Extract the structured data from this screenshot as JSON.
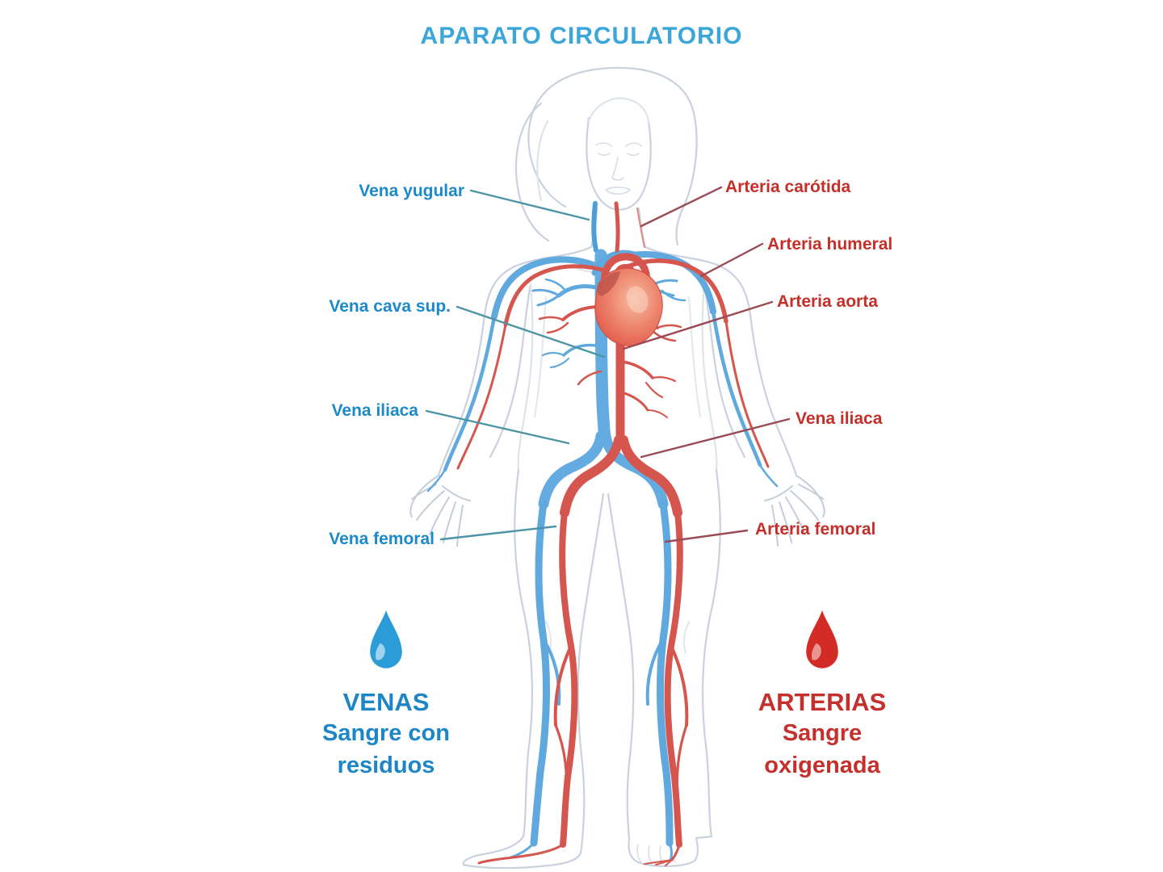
{
  "title": {
    "text": "APARATO CIRCULATORIO"
  },
  "labels": {
    "left": [
      {
        "id": "vena-yugular",
        "text": "Vena yugular"
      },
      {
        "id": "vena-cava-sup",
        "text": "Vena cava sup."
      },
      {
        "id": "vena-iliaca",
        "text": "Vena iliaca"
      },
      {
        "id": "vena-femoral",
        "text": "Vena femoral"
      }
    ],
    "right": [
      {
        "id": "arteria-carotida",
        "text": "Arteria carótida"
      },
      {
        "id": "arteria-humeral",
        "text": "Arteria humeral"
      },
      {
        "id": "arteria-aorta",
        "text": "Arteria aorta"
      },
      {
        "id": "vena-iliaca-der",
        "text": "Vena iliaca"
      },
      {
        "id": "arteria-femoral",
        "text": "Arteria femoral"
      }
    ]
  },
  "legend": {
    "veins": {
      "heading": "VENAS",
      "line1": "Sangre con",
      "line2": "residuos",
      "icon": "blue-blood-drop"
    },
    "arteries": {
      "heading": "ARTERIAS",
      "line1": "Sangre",
      "line2": "oxigenada",
      "icon": "red-blood-drop"
    }
  },
  "colors": {
    "background": "#FFFFFF",
    "title_text": "#3BA6DA",
    "vein_label": "#1C8AC8",
    "artery_label": "#C43029",
    "vein_vessel": "#5FA9DF",
    "artery_vessel": "#D5564E",
    "body_outline": "#C9D2DE",
    "vein_leader_line": "#4D95A5",
    "artery_leader_line": "#9A4B55",
    "vein_drop": "#2B9CD8",
    "artery_drop": "#D32B26",
    "heart": "#DF4F42"
  }
}
